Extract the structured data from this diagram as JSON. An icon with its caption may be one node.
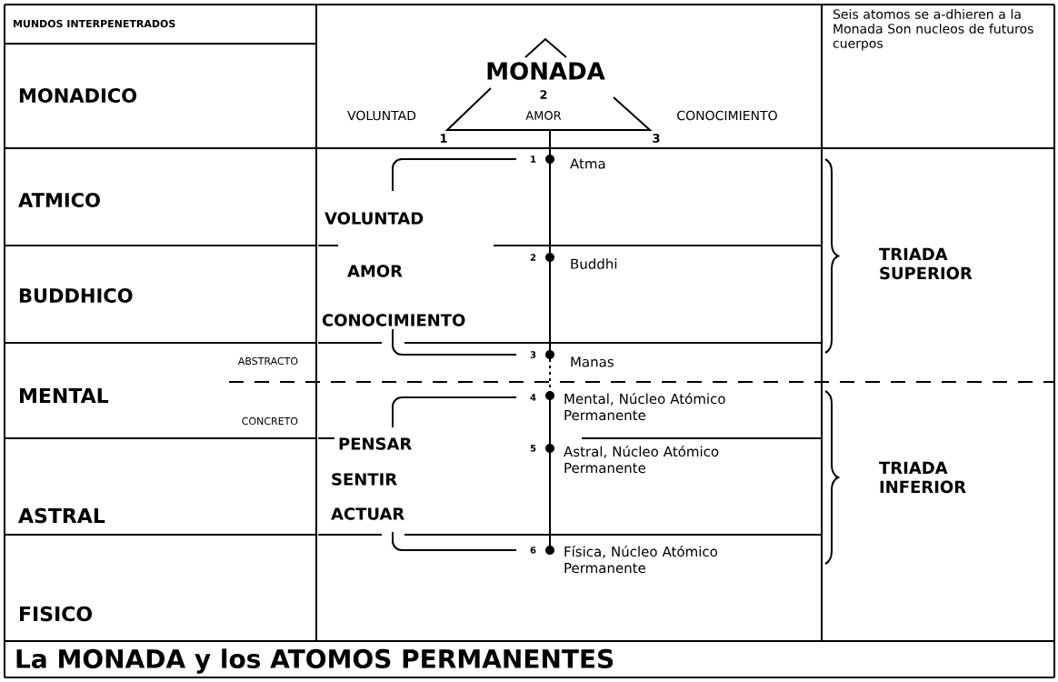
{
  "diagram": {
    "title": "La MONADA y los ATOMOS PERMANENTES",
    "labels": [
      "MUNDOS INTERPENETRADOS",
      "MONADA",
      "2",
      "VOLUNTAD",
      "AMOR",
      "CONOCIMIENTO",
      "1",
      "3",
      "Seis atomos se a-dhieren a la Monada Son nucleos de futuros cuerpos",
      "MONADICO",
      "ATMICO",
      "1",
      "Atma",
      "VOLUNTAD",
      "TRIADA SUPERIOR",
      "AMOR",
      "2",
      "Buddhi",
      "BUDDHICO",
      "CONOCIMIENTO",
      "ABSTRACTO",
      "3",
      "Manas",
      "MENTAL",
      "CONCRETO",
      "4",
      "Mental, Núcleo Atómico Permanente",
      "PENSAR",
      "5",
      "Astral, Núcleo Atómico Permanente",
      "SENTIR",
      "ASTRAL",
      "TRIADA INFERIOR",
      "ACTUAR",
      "6",
      "Física, Núcleo Atómico Permanente",
      "FISICO"
    ]
  }
}
